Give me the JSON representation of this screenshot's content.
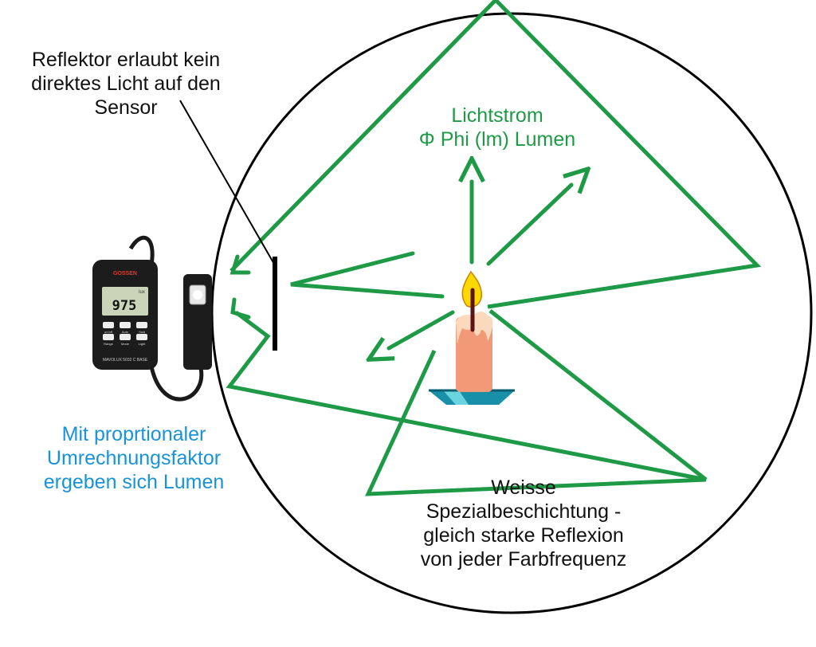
{
  "colors": {
    "ray": "#1e9a46",
    "sphere": "#000000",
    "label_black": "#111111",
    "label_green": "#1e9a46",
    "label_blue": "#1a92d8",
    "candle_body": "#f29a78",
    "candle_plate": "#1a8fa8",
    "flame": "#ffd800"
  },
  "labels": {
    "reflector": [
      "Reflektor erlaubt kein",
      "direktes Licht auf den",
      "Sensor"
    ],
    "luminous_flux": [
      "Lichtstrom",
      "Φ Phi (lm) Lumen"
    ],
    "conversion": [
      "Mit proprtionaler",
      "Umrechnungsfaktor",
      "ergeben sich Lumen"
    ],
    "coating": [
      "Weisse",
      "Spezialbeschichtung -",
      "gleich starke Reflexion",
      "von jeder Farbfrequenz"
    ]
  },
  "device": {
    "brand": "GOSSEN",
    "display_value": "975",
    "display_unit": "lux",
    "model": "MAVOLUX 5032 C BASE",
    "buttons": [
      "on/off",
      "Auto",
      "Hold",
      "Range",
      "Mode",
      "Light"
    ]
  }
}
